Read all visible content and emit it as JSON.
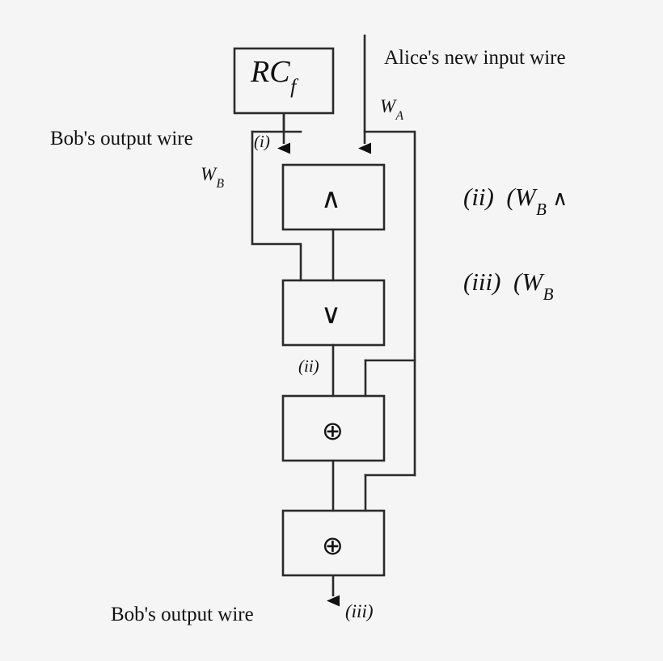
{
  "figure": {
    "type": "logic-circuit-diagram",
    "background_color": "#f5f5f5",
    "line_color": "#2b2b2b",
    "text_color": "#111111"
  },
  "boxes": {
    "rc": {
      "label_base": "RC",
      "label_sub": "f",
      "name": "rc-f-box"
    },
    "and": {
      "glyph": "∧",
      "name": "and-gate-box"
    },
    "or": {
      "glyph": "∨",
      "name": "or-gate-box"
    },
    "xor1": {
      "glyph": "⊕",
      "name": "xor-gate-1-box"
    },
    "xor2": {
      "glyph": "⊕",
      "name": "xor-gate-2-box"
    }
  },
  "labels": {
    "alice_input_wire": "Alice's new input wire",
    "w_a_base": "W",
    "w_a_sub": "A",
    "bob_output_wire_top": "Bob's output wire",
    "w_b_base": "W",
    "w_b_sub": "B",
    "bob_output_wire_bottom": "Bob's output wire",
    "marker_i": "(i)",
    "marker_ii_wire": "(ii)",
    "marker_iii_wire": "(iii)"
  },
  "annotations": [
    {
      "marker": "(ii)",
      "expr_base": "(W",
      "expr_sub": "B",
      "expr_tail": "∧",
      "name": "annotation-ii"
    },
    {
      "marker": "(iii)",
      "expr_base": "(W",
      "expr_sub": "B",
      "expr_tail": "",
      "name": "annotation-iii"
    }
  ]
}
